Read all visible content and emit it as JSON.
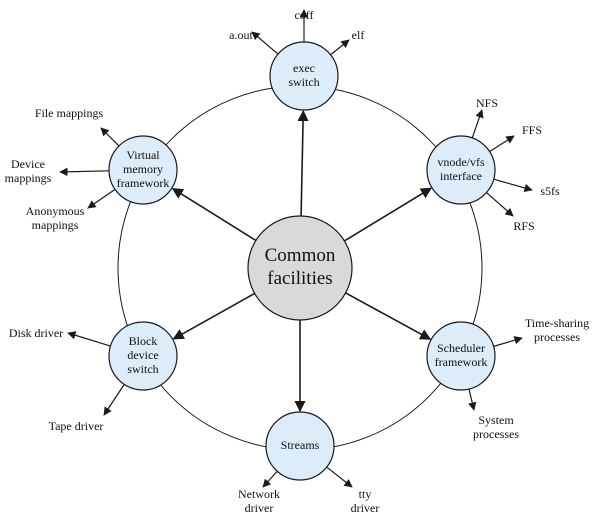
{
  "center": {
    "lines": [
      "Common",
      "facilities"
    ]
  },
  "nodes": [
    {
      "id": "exec-switch",
      "lines": [
        "exec",
        "switch"
      ],
      "leaves": [
        {
          "id": "coff",
          "lines": [
            "coff"
          ]
        },
        {
          "id": "a-out",
          "lines": [
            "a.out"
          ]
        },
        {
          "id": "elf",
          "lines": [
            "elf"
          ]
        }
      ]
    },
    {
      "id": "vnode-vfs-interface",
      "lines": [
        "vnode/vfs",
        "interface"
      ],
      "leaves": [
        {
          "id": "nfs",
          "lines": [
            "NFS"
          ]
        },
        {
          "id": "ffs",
          "lines": [
            "FFS"
          ]
        },
        {
          "id": "s5fs",
          "lines": [
            "s5fs"
          ]
        },
        {
          "id": "rfs",
          "lines": [
            "RFS"
          ]
        }
      ]
    },
    {
      "id": "scheduler-framework",
      "lines": [
        "Scheduler",
        "framework"
      ],
      "leaves": [
        {
          "id": "time-sharing-processes",
          "lines": [
            "Time-sharing",
            "processes"
          ]
        },
        {
          "id": "system-processes",
          "lines": [
            "System",
            "processes"
          ]
        }
      ]
    },
    {
      "id": "streams",
      "lines": [
        "Streams"
      ],
      "leaves": [
        {
          "id": "network-driver",
          "lines": [
            "Network",
            "driver"
          ]
        },
        {
          "id": "tty-driver",
          "lines": [
            "tty",
            "driver"
          ]
        }
      ]
    },
    {
      "id": "block-device-switch",
      "lines": [
        "Block",
        "device",
        "switch"
      ],
      "leaves": [
        {
          "id": "disk-driver",
          "lines": [
            "Disk driver"
          ]
        },
        {
          "id": "tape-driver",
          "lines": [
            "Tape driver"
          ]
        }
      ]
    },
    {
      "id": "virtual-memory-framework",
      "lines": [
        "Virtual",
        "memory",
        "framework"
      ],
      "leaves": [
        {
          "id": "file-mappings",
          "lines": [
            "File mappings"
          ]
        },
        {
          "id": "device-mappings",
          "lines": [
            "Device",
            "mappings"
          ]
        },
        {
          "id": "anonymous-mappings",
          "lines": [
            "Anonymous",
            "mappings"
          ]
        }
      ]
    }
  ]
}
